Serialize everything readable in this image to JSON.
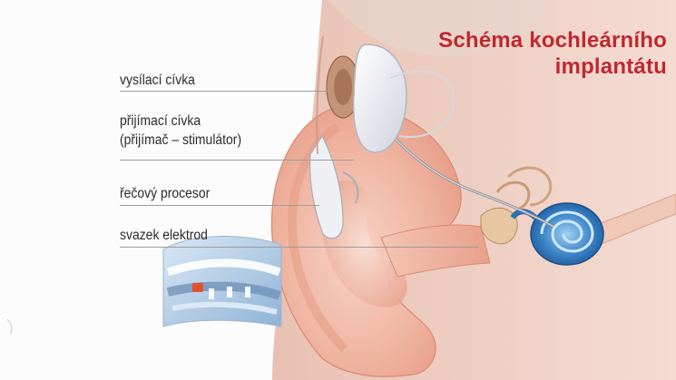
{
  "title": {
    "line1": "Schéma kochleárního",
    "line2": "implantátu"
  },
  "labels": [
    {
      "id": "transmitter_coil",
      "lines": [
        "vysílací cívka"
      ]
    },
    {
      "id": "receiver_coil",
      "lines": [
        "přijímací cívka",
        "(přijímač – stimulátor)"
      ]
    },
    {
      "id": "speech_processor",
      "lines": [
        "řečový procesor"
      ]
    },
    {
      "id": "electrode_array",
      "lines": [
        "svazek elektrod"
      ]
    }
  ],
  "colors": {
    "title": "#c0282f",
    "skin": "#f2b9a6",
    "cochlea": "#3d86c9",
    "implant": "#e8e8ee"
  }
}
